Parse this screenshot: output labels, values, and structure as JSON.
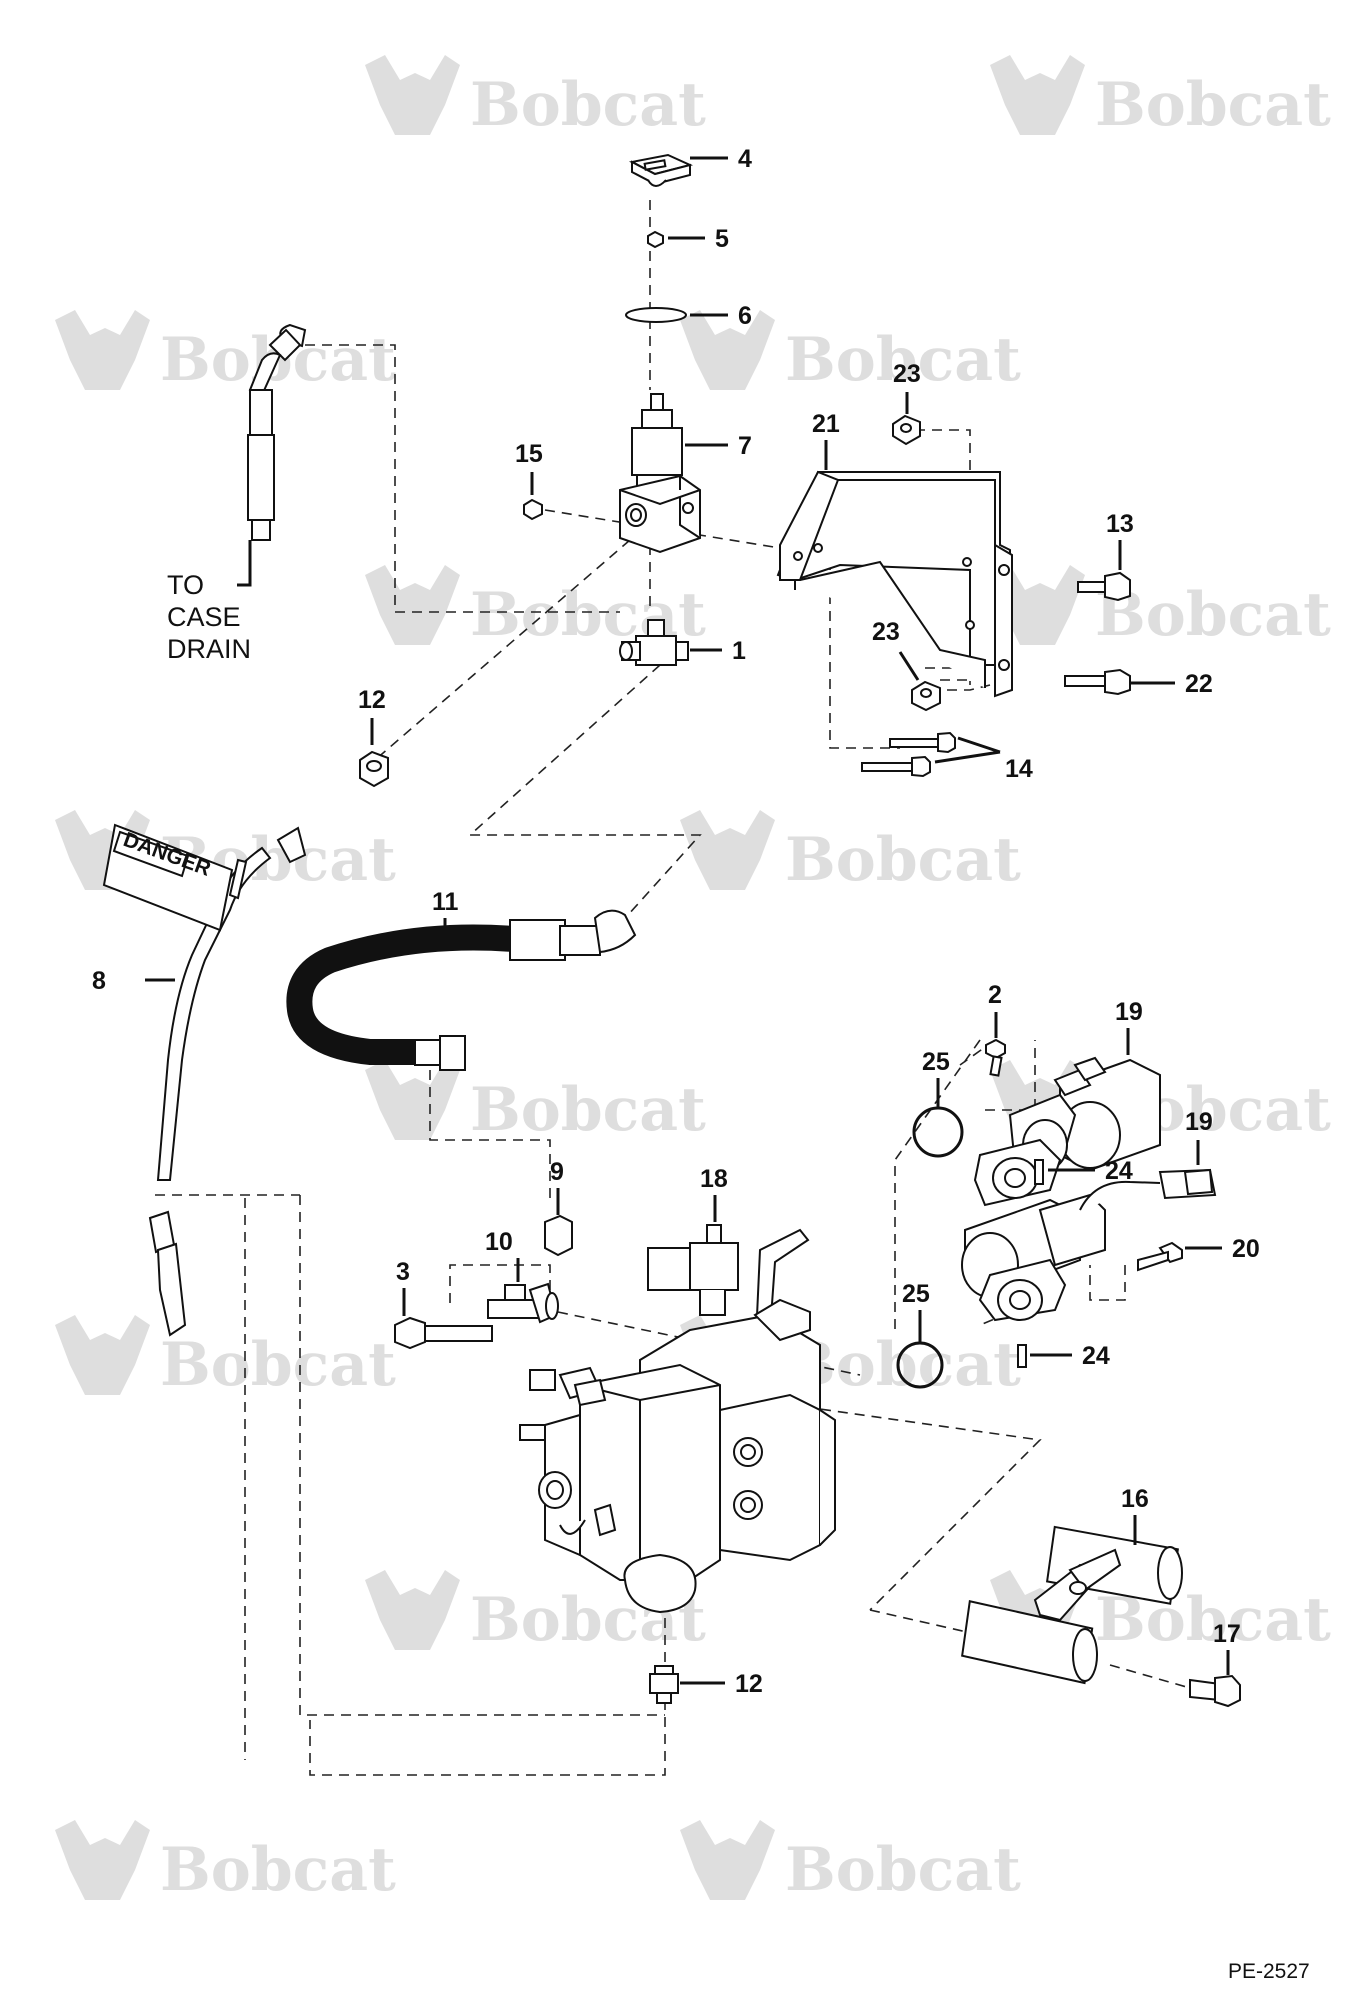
{
  "watermark": {
    "text": "Bobcat",
    "color": "#dedede"
  },
  "drawing_code": "PE-2527",
  "case_drain_label": [
    "TO",
    "CASE",
    "DRAIN"
  ],
  "danger_tag": "DANGER",
  "callouts": {
    "c1": "1",
    "c2": "2",
    "c3": "3",
    "c4": "4",
    "c5": "5",
    "c6": "6",
    "c7": "7",
    "c8": "8",
    "c9": "9",
    "c10": "10",
    "c11": "11",
    "c12a": "12",
    "c12b": "12",
    "c13": "13",
    "c14": "14",
    "c15": "15",
    "c16": "16",
    "c17": "17",
    "c18": "18",
    "c19a": "19",
    "c19b": "19",
    "c20": "20",
    "c21": "21",
    "c22": "22",
    "c23a": "23",
    "c23b": "23",
    "c24a": "24",
    "c24b": "24",
    "c25a": "25",
    "c25b": "25"
  }
}
